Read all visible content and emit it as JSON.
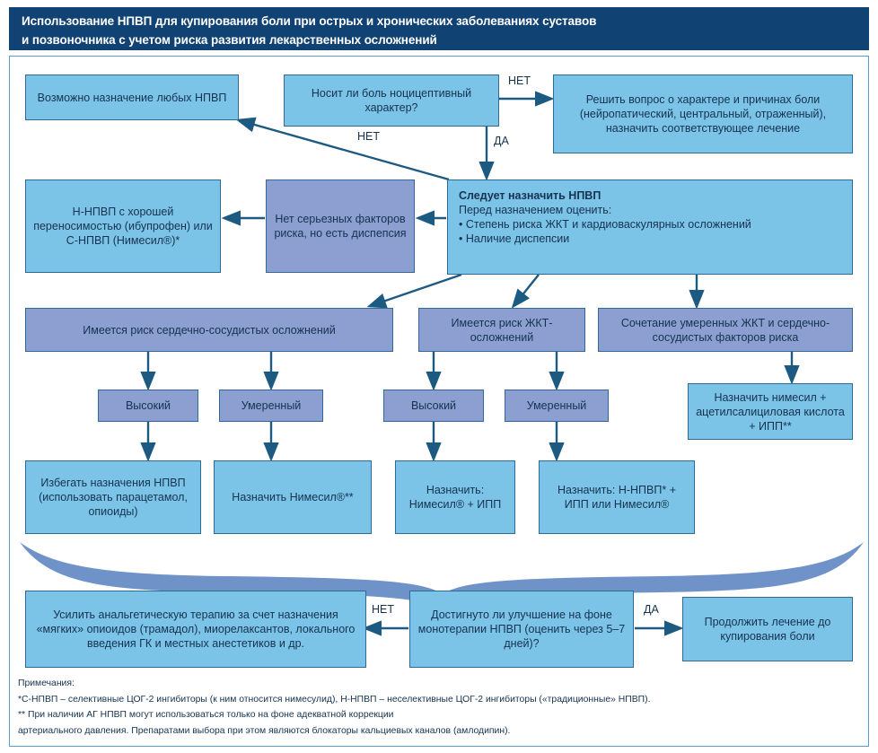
{
  "header": {
    "line1": "Использование НПВП для купирования боли при острых и хронических заболеваниях суставов",
    "line2": "и позвоночника с учетом риска развития лекарственных осложнений"
  },
  "colors": {
    "header_bg": "#104273",
    "box_light": "#7cc3e8",
    "box_dark": "#8c9fd0",
    "box_border": "#2f6a97",
    "arrow": "#1d5a82",
    "brace": "#6f93c8",
    "frame_border": "#5b9bc9",
    "text": "#15334f"
  },
  "boxes": {
    "any_nsaid": "Возможно назначение любых НПВП",
    "nociceptive_q": "Носит ли боль ноцицептивный характер?",
    "resolve_cause": "Решить вопрос о характере и причинах боли (нейропатический, центральный, отраженный), назначить соответствующее лечение",
    "good_tolerance": "Н-НПВП с хорошей переносимостью (ибупрофен) или С-НПВП (Нимесил®)*",
    "no_risk_dyspepsia": "Нет серьезных факторов риска, но есть диспепсия",
    "prescribe": {
      "title": "Следует назначить НПВП",
      "subtitle": "Перед назначением оценить:",
      "bullets": [
        "• Степень риска ЖКТ и кардиоваскулярных осложнений",
        "• Наличие диспепсии"
      ]
    },
    "cv_risk": "Имеется риск сердечно-сосудистых осложнений",
    "gi_risk": "Имеется риск ЖКТ- осложнений",
    "combined_risk": "Сочетание умеренных ЖКТ и сердечно-сосудистых факторов риска",
    "cv_high": "Высокий",
    "cv_moderate": "Умеренный",
    "gi_high": "Высокий",
    "gi_moderate": "Умеренный",
    "combined_tx": "Назначить нимесил + ацетилсалициловая кислота + ИПП**",
    "avoid_nsaid": "Избегать назначения НПВП (использовать парацетамол, опиоиды)",
    "prescribe_nimesil": "Назначить Нимесил®**",
    "prescribe_nimesil_ipp": "Назначить: Нимесил® + ИПП",
    "prescribe_nnsaid_ipp": "Назначить: Н-НПВП* + ИПП или Нимесил®",
    "intensify": "Усилить анальгетическую терапию за счет назначения «мягких» опиоидов (трамадол), миорелаксантов, локального введения ГК и местных анестетиков и др.",
    "improvement_q": "Достигнуто ли улучшение на фоне монотерапии НПВП (оценить через 5–7 дней)?",
    "continue_tx": "Продолжить лечение до купирования боли"
  },
  "arrow_labels": {
    "no_top": "НЕТ",
    "no_diagonal": "НЕТ",
    "yes_down": "ДА",
    "no_bottom": "НЕТ",
    "yes_bottom": "ДА"
  },
  "notes": {
    "title": "Примечания:",
    "line1": "*С-НПВП – селективные ЦОГ-2 ингибиторы (к ним относится нимесулид), Н-НПВП – неселективные ЦОГ-2 ингибиторы («традиционные» НПВП).",
    "line2": " ** При наличии АГ НПВП могут использоваться только на фоне адекватной коррекции",
    "line3": "артериального давления. Препаратами выбора при этом являются блокаторы кальциевых каналов (амлодипин)."
  }
}
